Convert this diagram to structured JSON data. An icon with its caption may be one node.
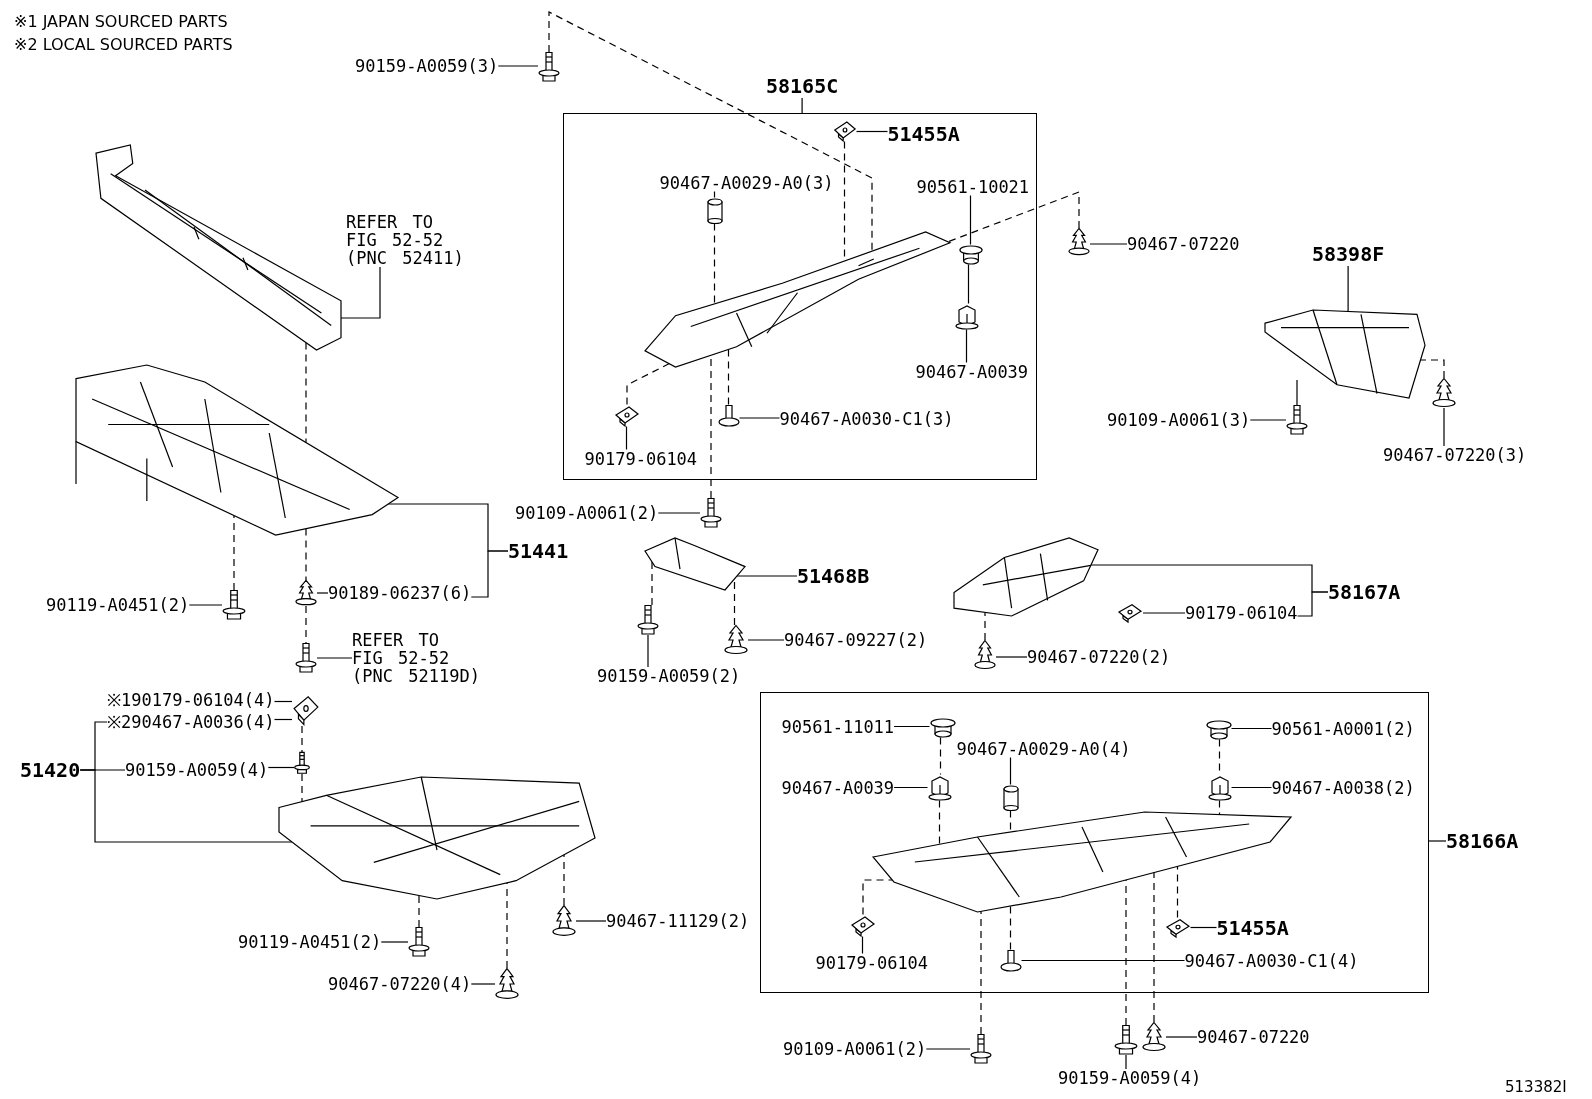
{
  "diagram": {
    "nodes": [
      {
        "text": [
          "58165C"
        ]
      },
      {
        "text": [],
        "shape": "box"
      },
      {
        "text": [
          "90159-A0059(3)"
        ]
      },
      {
        "text": [],
        "shape": "picture"
      },
      {
        "text": [],
        "shape": "picture",
        "in": 1
      },
      {
        "text": [
          "51455A"
        ],
        "in": 1
      },
      {
        "text": [
          "90467-A0029-A0(3)"
        ],
        "in": 1
      },
      {
        "text": [],
        "shape": "cylinder",
        "in": 1
      },
      {
        "text": [
          "90561-10021"
        ],
        "in": 1
      },
      {
        "text": [],
        "shape": "picture",
        "in": 1
      },
      {
        "text": [],
        "shape": "picture",
        "in": 1
      },
      {
        "text": [],
        "shape": "picture",
        "in": 1
      },
      {
        "text": [
          "90467-A0039"
        ],
        "in": 1
      },
      {
        "text": [],
        "shape": "picture",
        "in": 1
      },
      {
        "text": [
          "90179-06104"
        ],
        "in": 1
      },
      {
        "text": [],
        "shape": "picture",
        "in": 1
      },
      {
        "text": [
          "90467-A0030-C1(3)"
        ],
        "in": 1
      },
      {
        "text": [],
        "shape": "picture"
      },
      {
        "text": [
          "90467-07220"
        ]
      },
      {
        "text": [
          "REFER TO FIG 52-52 (PNC 52411)"
        ]
      },
      {
        "text": [],
        "shape": "picture"
      },
      {
        "text": [
          "58398F"
        ]
      },
      {
        "text": [],
        "shape": "picture"
      },
      {
        "text": [],
        "shape": "picture"
      },
      {
        "text": [
          "90109-A0061(3)"
        ]
      },
      {
        "text": [],
        "shape": "picture"
      },
      {
        "text": [
          "90467-07220(3)"
        ]
      },
      {
        "text": [
          "90109-A0061(2)"
        ]
      },
      {
        "text": [],
        "shape": "picture"
      },
      {
        "text": [],
        "shape": "picture"
      },
      {
        "text": [
          "51441"
        ]
      },
      {
        "text": [
          "51468B"
        ]
      },
      {
        "text": [],
        "shape": "picture"
      },
      {
        "text": [
          "58167A"
        ]
      },
      {
        "text": [],
        "shape": "picture"
      },
      {
        "text": [
          "90119-A0451(2)"
        ]
      },
      {
        "text": [],
        "shape": "picture"
      },
      {
        "text": [],
        "shape": "picture"
      },
      {
        "text": [
          "90189-06237(6)"
        ]
      },
      {
        "text": [],
        "shape": "picture"
      },
      {
        "text": [
          "90179-06104"
        ]
      },
      {
        "text": [],
        "shape": "picture"
      },
      {
        "text": [
          "90467-09227(2)"
        ]
      },
      {
        "text": [],
        "shape": "picture"
      },
      {
        "text": [],
        "shape": "picture"
      },
      {
        "text": [
          "REFER TO FIG 52-52 (PNC 52119D)"
        ]
      },
      {
        "text": [],
        "shape": "picture"
      },
      {
        "text": [
          "90467-07220(2)"
        ]
      },
      {
        "text": [
          "90159-A0059(2)"
        ]
      },
      {
        "text": [
          "※190179-06104(4)"
        ]
      },
      {
        "text": [
          "※290467-A0036(4)"
        ]
      },
      {
        "text": [],
        "shape": "picture"
      },
      {
        "text": [],
        "shape": "box"
      },
      {
        "text": [
          "90561-11011"
        ],
        "in": 52
      },
      {
        "text": [],
        "shape": "picture",
        "in": 52
      },
      {
        "text": [
          "90467-A0029-A0(4)"
        ],
        "in": 52
      },
      {
        "text": [],
        "shape": "picture",
        "in": 52
      },
      {
        "text": [
          "90561-A0001(2)"
        ],
        "in": 52
      },
      {
        "text": [
          "90467-A0039"
        ],
        "in": 52
      },
      {
        "text": [],
        "shape": "picture",
        "in": 52
      },
      {
        "text": [],
        "shape": "cylinder",
        "in": 52
      },
      {
        "text": [],
        "shape": "picture",
        "in": 52
      },
      {
        "text": [
          "90467-A0038(2)"
        ],
        "in": 52
      },
      {
        "text": [],
        "shape": "picture",
        "in": 52
      },
      {
        "text": [],
        "shape": "picture",
        "in": 52
      },
      {
        "text": [],
        "shape": "picture",
        "in": 52
      },
      {
        "text": [
          "51455A"
        ],
        "in": 52
      },
      {
        "text": [
          "90179-06104"
        ],
        "in": 52
      },
      {
        "text": [],
        "shape": "picture",
        "in": 52
      },
      {
        "text": [
          "90467-A0030-C1(4)"
        ],
        "in": 52
      },
      {
        "text": [
          "58166A"
        ]
      },
      {
        "text": [
          "51420"
        ]
      },
      {
        "text": [
          "90159-A0059(4)"
        ]
      },
      {
        "text": [],
        "shape": "picture"
      },
      {
        "text": [],
        "shape": "picture"
      },
      {
        "text": [
          "90467-11129(2)"
        ]
      },
      {
        "text": [],
        "shape": "picture"
      },
      {
        "text": [
          "90119-A0451(2)"
        ]
      },
      {
        "text": [],
        "shape": "picture"
      },
      {
        "text": [
          "90467-07220(4)"
        ]
      },
      {
        "text": [],
        "shape": "picture"
      },
      {
        "text": [
          "90109-A0061(2)"
        ]
      },
      {
        "text": [],
        "shape": "picture"
      },
      {
        "text": [
          "90467-07220"
        ]
      },
      {
        "text": [],
        "shape": "picture"
      },
      {
        "text": [],
        "shape": "picture"
      },
      {
        "text": [
          "90159-A0059(4)"
        ]
      }
    ],
    "edges": [
      {
        "from": 0,
        "to": 1,
        "arrow": "none"
      },
      {
        "from": 2,
        "to": 3,
        "arrow": "none"
      },
      {
        "from": 5,
        "to": 4,
        "arrow": "none"
      },
      {
        "from": 6,
        "to": 7,
        "arrow": "none"
      },
      {
        "from": 8,
        "to": 9,
        "arrow": "none"
      },
      {
        "from": 12,
        "to": 11,
        "arrow": "none"
      },
      {
        "from": 14,
        "to": 13,
        "arrow": "none"
      },
      {
        "from": 16,
        "to": 15,
        "arrow": "none"
      },
      {
        "from": 18,
        "to": 17,
        "arrow": "none"
      },
      {
        "from": 19,
        "to": 20,
        "arrow": "none"
      },
      {
        "from": 21,
        "to": 22,
        "arrow": "none"
      },
      {
        "from": 24,
        "to": 23,
        "arrow": "none"
      },
      {
        "from": 26,
        "to": 25,
        "arrow": "none"
      },
      {
        "from": 27,
        "to": 28,
        "arrow": "none"
      },
      {
        "from": 30,
        "to": 29,
        "arrow": "none"
      },
      {
        "from": 30,
        "to": 38,
        "arrow": "none"
      },
      {
        "from": 31,
        "to": 32,
        "arrow": "none"
      },
      {
        "from": 33,
        "to": 34,
        "arrow": "none"
      },
      {
        "from": 33,
        "to": 40,
        "arrow": "none"
      },
      {
        "from": 35,
        "to": 36,
        "arrow": "none"
      },
      {
        "from": 38,
        "to": 37,
        "arrow": "none"
      },
      {
        "from": 40,
        "to": 39,
        "arrow": "none"
      },
      {
        "from": 42,
        "to": 41,
        "arrow": "none"
      },
      {
        "from": 45,
        "to": 44,
        "arrow": "none"
      },
      {
        "from": 47,
        "to": 46,
        "arrow": "none"
      },
      {
        "from": 48,
        "to": 43,
        "arrow": "none"
      },
      {
        "from": 49,
        "to": 51,
        "arrow": "none"
      },
      {
        "from": 50,
        "to": 51,
        "arrow": "none"
      },
      {
        "from": 71,
        "to": 50,
        "arrow": "none"
      },
      {
        "from": 71,
        "to": 72,
        "arrow": "none"
      },
      {
        "from": 71,
        "to": 74,
        "arrow": "none"
      },
      {
        "from": 72,
        "to": 73,
        "arrow": "none"
      },
      {
        "from": 53,
        "to": 54,
        "arrow": "none"
      },
      {
        "from": 55,
        "to": 60,
        "arrow": "none"
      },
      {
        "from": 57,
        "to": 56,
        "arrow": "none"
      },
      {
        "from": 58,
        "to": 59,
        "arrow": "none"
      },
      {
        "from": 62,
        "to": 61,
        "arrow": "none"
      },
      {
        "from": 66,
        "to": 65,
        "arrow": "none"
      },
      {
        "from": 67,
        "to": 64,
        "arrow": "none"
      },
      {
        "from": 69,
        "to": 68,
        "arrow": "none"
      },
      {
        "from": 70,
        "to": 52,
        "arrow": "none"
      },
      {
        "from": 75,
        "to": 76,
        "arrow": "none"
      },
      {
        "from": 77,
        "to": 78,
        "arrow": "none"
      },
      {
        "from": 79,
        "to": 80,
        "arrow": "none"
      },
      {
        "from": 81,
        "to": 82,
        "arrow": "none"
      },
      {
        "from": 83,
        "to": 84,
        "arrow": "none"
      },
      {
        "from": 86,
        "to": 85,
        "arrow": "none"
      },
      {
        "from": 9,
        "to": 11,
        "arrow": "none"
      },
      {
        "from": 3,
        "to": 10,
        "arrow": "none",
        "style": "dashed"
      },
      {
        "from": 4,
        "to": 10,
        "arrow": "none",
        "style": "dashed"
      },
      {
        "from": 7,
        "to": 10,
        "arrow": "none",
        "style": "dashed"
      },
      {
        "from": 17,
        "to": 10,
        "arrow": "none",
        "style": "dashed"
      },
      {
        "from": 13,
        "to": 10,
        "arrow": "none",
        "style": "dashed"
      },
      {
        "from": 15,
        "to": 10,
        "arrow": "none",
        "style": "dashed"
      },
      {
        "from": 28,
        "to": 10,
        "arrow": "none",
        "style": "dashed"
      },
      {
        "from": 23,
        "to": 22,
        "arrow": "none",
        "style": "dashed"
      },
      {
        "from": 25,
        "to": 22,
        "arrow": "none",
        "style": "dashed"
      },
      {
        "from": 20,
        "to": 29,
        "arrow": "none",
        "style": "dashed"
      },
      {
        "from": 29,
        "to": 37,
        "arrow": "none",
        "style": "dashed"
      },
      {
        "from": 37,
        "to": 44,
        "arrow": "none",
        "style": "dashed"
      },
      {
        "from": 36,
        "to": 29,
        "arrow": "none",
        "style": "dashed"
      },
      {
        "from": 43,
        "to": 32,
        "arrow": "none",
        "style": "dashed"
      },
      {
        "from": 41,
        "to": 32,
        "arrow": "none",
        "style": "dashed"
      },
      {
        "from": 46,
        "to": 34,
        "arrow": "none",
        "style": "dashed"
      },
      {
        "from": 51,
        "to": 73,
        "arrow": "none",
        "style": "dashed"
      },
      {
        "from": 73,
        "to": 74,
        "arrow": "none",
        "style": "dashed"
      },
      {
        "from": 78,
        "to": 74,
        "arrow": "none",
        "style": "dashed"
      },
      {
        "from": 76,
        "to": 74,
        "arrow": "none",
        "style": "dashed"
      },
      {
        "from": 80,
        "to": 74,
        "arrow": "none",
        "style": "dashed"
      },
      {
        "from": 54,
        "to": 59,
        "arrow": "none",
        "style": "dashed"
      },
      {
        "from": 59,
        "to": 63,
        "arrow": "none",
        "style": "dashed"
      },
      {
        "from": 60,
        "to": 63,
        "arrow": "none",
        "style": "dashed"
      },
      {
        "from": 56,
        "to": 61,
        "arrow": "none",
        "style": "dashed"
      },
      {
        "from": 61,
        "to": 63,
        "arrow": "none",
        "style": "dashed"
      },
      {
        "from": 64,
        "to": 63,
        "arrow": "none",
        "style": "dashed"
      },
      {
        "from": 65,
        "to": 63,
        "arrow": "none",
        "style": "dashed"
      },
      {
        "from": 68,
        "to": 63,
        "arrow": "none",
        "style": "dashed"
      },
      {
        "from": 82,
        "to": 63,
        "arrow": "none",
        "style": "dashed"
      },
      {
        "from": 85,
        "to": 63,
        "arrow": "none",
        "style": "dashed"
      },
      {
        "from": 84,
        "to": 63,
        "arrow": "none",
        "style": "dashed"
      }
    ],
    "labels": [
      "※1 JAPAN SOURCED PARTS",
      "※2 LOCAL SOURCED PARTS",
      "513382I"
    ]
  }
}
